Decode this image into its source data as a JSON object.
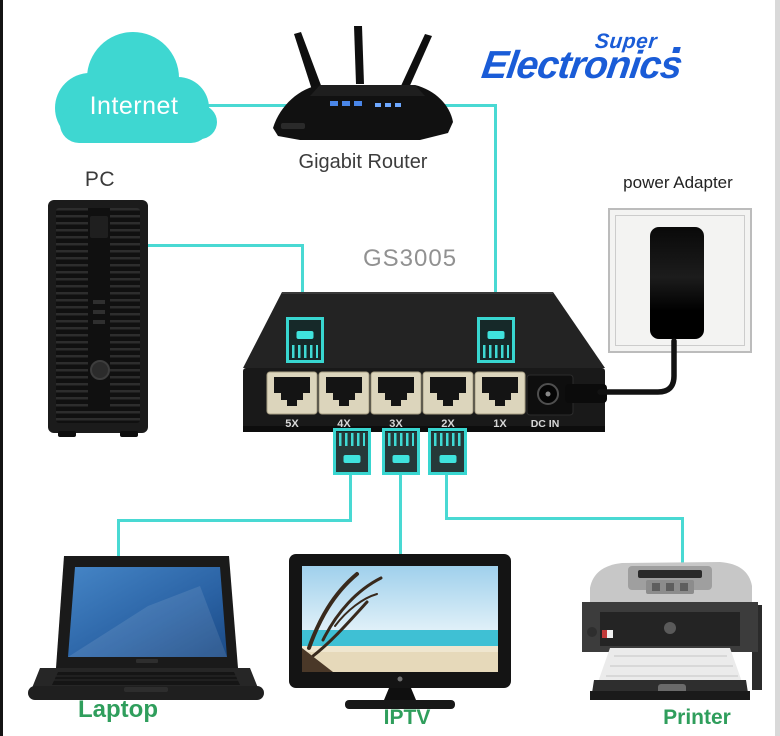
{
  "logo": {
    "line1": "Super",
    "line2": "Electronics"
  },
  "nodes": {
    "internet": {
      "label": "Internet"
    },
    "router": {
      "label": "Gigabit Router"
    },
    "pc": {
      "label": "PC"
    },
    "switch": {
      "model": "GS3005",
      "ports": [
        "5X",
        "4X",
        "3X",
        "2X",
        "1X"
      ],
      "dc_in_label": "DC IN"
    },
    "power_adapter": {
      "label": "power Adapter"
    },
    "laptop": {
      "label": "Laptop"
    },
    "iptv": {
      "label": "IPTV"
    },
    "printer": {
      "label": "Printer"
    }
  },
  "connections": [
    {
      "from": "Internet",
      "to": "Gigabit Router"
    },
    {
      "from": "Gigabit Router",
      "to": "Port 1X"
    },
    {
      "from": "PC",
      "to": "Port 5X"
    },
    {
      "from": "Laptop",
      "to": "Port 4X"
    },
    {
      "from": "IPTV",
      "to": "Port 3X"
    },
    {
      "from": "Printer",
      "to": "Port 2X"
    },
    {
      "from": "power Adapter",
      "to": "DC IN"
    }
  ],
  "colors": {
    "cable_teal": "#41d7d1",
    "logo_blue": "#1a5cd7",
    "device_label_green": "#2f9e5c",
    "model_gray": "#919191",
    "label_dark": "#333333"
  }
}
